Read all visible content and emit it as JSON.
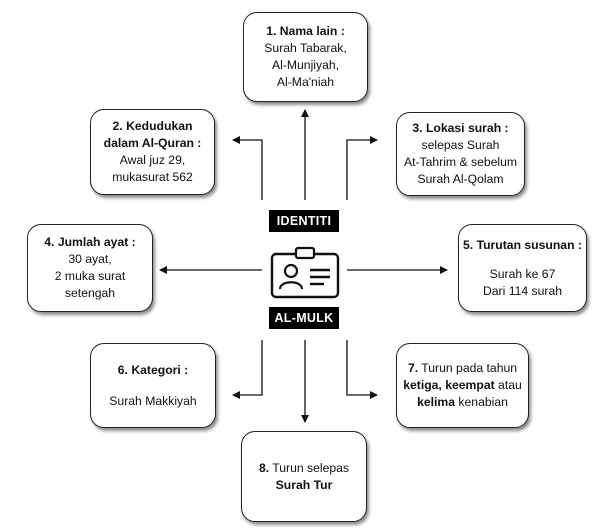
{
  "title_top": "IDENTITI",
  "title_bottom": "AL-MULK",
  "boxes": {
    "nama_lain": {
      "heading": "1. Nama lain :",
      "lines": [
        "Surah Tabarak,",
        "Al-Munjiyah,",
        "Al-Ma'niah"
      ]
    },
    "kedudukan": {
      "heading_1": "2. Kedudukan",
      "heading_2": "dalam Al-Quran :",
      "lines": [
        "Awal juz 29,",
        "mukasurat 562"
      ]
    },
    "lokasi": {
      "heading": "3. Lokasi surah :",
      "lines": [
        "selepas Surah",
        "At-Tahrim & sebelum",
        "Surah Al-Qolam"
      ]
    },
    "jumlah": {
      "heading": "4. Jumlah ayat :",
      "lines": [
        "30 ayat,",
        "2 muka surat",
        "setengah"
      ]
    },
    "turutan": {
      "heading": "5. Turutan susunan :",
      "lines": [
        "Surah ke 67",
        "Dari 114 surah"
      ]
    },
    "kategori": {
      "heading": "6. Kategori :",
      "lines": [
        "Surah Makkiyah"
      ]
    },
    "turun": {
      "line1_prefix": "7.",
      "line1_rest": " Turun pada tahun",
      "line2_b1": "ketiga,",
      "line2_b2": "keempat",
      "line2_rest": " atau",
      "line3_b": "kelima",
      "line3_rest": " kenabian"
    },
    "turun_selepas": {
      "line1_prefix": "8.",
      "line1_rest": " Turun selepas",
      "line2": "Surah Tur"
    }
  }
}
